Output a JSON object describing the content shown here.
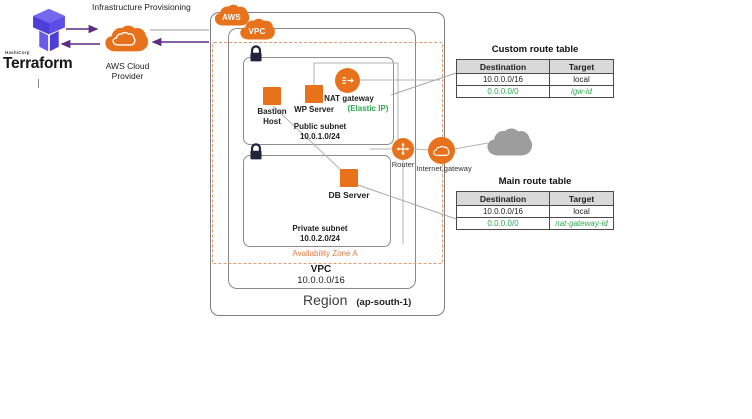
{
  "provisioning": {
    "title": "Infrastructure Provisioning"
  },
  "terraform": {
    "brand": "HashiCorp",
    "name": "Terraform"
  },
  "aws_provider": {
    "label_line1": "AWS Cloud",
    "label_line2": "Provider"
  },
  "region": {
    "aws_badge": "AWS",
    "label": "Region",
    "code": "(ap-south-1)"
  },
  "vpc": {
    "badge": "VPC",
    "label": "VPC",
    "cidr": "10.0.0.0/16"
  },
  "availability_zone": {
    "label": "Availability Zone A"
  },
  "public_subnet": {
    "label": "Public subnet",
    "cidr": "10.0.1.0/24"
  },
  "private_subnet": {
    "label": "Private subnet",
    "cidr": "10.0.2.0/24"
  },
  "nodes": {
    "bastion": {
      "label_line1": "Bastion",
      "label_line2": "Host"
    },
    "wp_server": {
      "label": "WP Server"
    },
    "nat_gateway": {
      "label": "NAT gateway",
      "sublabel": "(Elastic IP)"
    },
    "db_server": {
      "label": "DB Server"
    },
    "router": {
      "label": "Router"
    },
    "internet_gateway": {
      "label": "Internet gateway"
    }
  },
  "tables": {
    "custom": {
      "title": "Custom route table",
      "headers": [
        "Destination",
        "Target"
      ],
      "rows": [
        {
          "destination": "10.0.0.0/16",
          "target": "local"
        },
        {
          "destination": "0.0.0.0/0",
          "target": "igw-id"
        }
      ]
    },
    "main": {
      "title": "Main route table",
      "headers": [
        "Destination",
        "Target"
      ],
      "rows": [
        {
          "destination": "10.0.0.0/16",
          "target": "local"
        },
        {
          "destination": "0.0.0.0/0",
          "target": "nat-gateway-id"
        }
      ]
    }
  },
  "colors": {
    "aws_orange": "#e8721c",
    "availability_zone_orange": "#e07b45",
    "route_green": "#2fa84f",
    "terraform_purple": "#5c4ee5",
    "arrow_purple": "#5c2d84",
    "internet_cloud_gray": "#9d9d9d"
  }
}
